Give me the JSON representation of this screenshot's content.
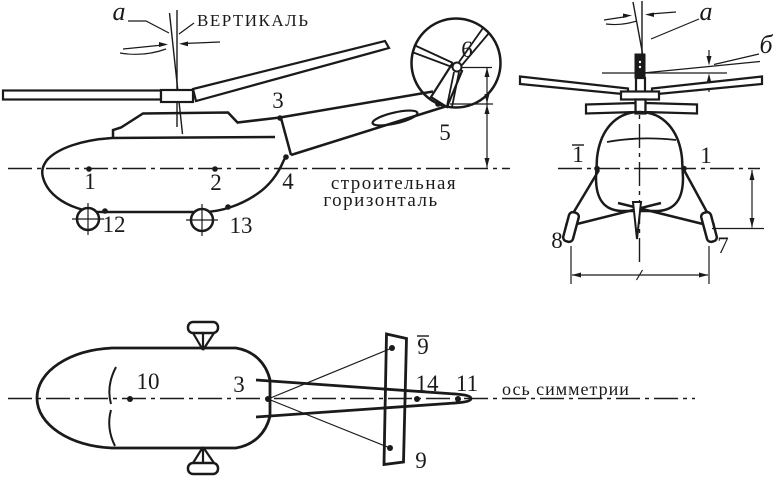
{
  "figure": {
    "kind": "helicopter three-view technical marking diagram",
    "ink_color": "#1a1a1a",
    "background_color": "#ffffff"
  },
  "side_view": {
    "angle_label": "а",
    "vertical_label": "ВЕРТИКАЛЬ",
    "baseline_label_line1": "строительная",
    "baseline_label_line2": "горизонталь",
    "points": {
      "p1": "1",
      "p2": "2",
      "p3": "3",
      "p4": "4",
      "p5": "5",
      "p6": "6",
      "p12": "12",
      "p13": "13"
    }
  },
  "front_view": {
    "angle_label": "а",
    "coning_label": "б",
    "points": {
      "p1_left": {
        "text": "1",
        "overbar": true
      },
      "p1_right": "1",
      "p7": "7",
      "p8": "8"
    }
  },
  "top_view": {
    "axis_label": "ось симметрии",
    "points": {
      "p10": "10",
      "p3": "3",
      "p9_top": {
        "text": "9",
        "overbar": true
      },
      "p14": "14",
      "p11": "11",
      "p9_bottom": "9"
    }
  }
}
